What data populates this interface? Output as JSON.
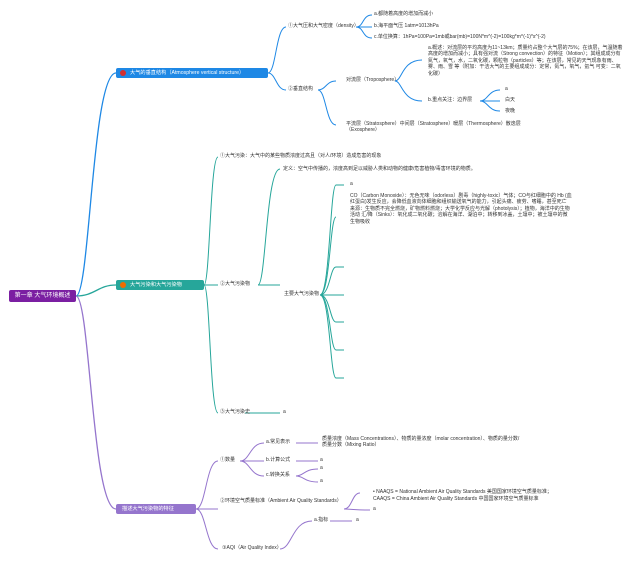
{
  "root": "第一章 大气环境概述",
  "branches": {
    "b1": {
      "label": "大气的垂直结构（Atmosphere vertical structure）",
      "color": "#1e88e5",
      "icon_color": "#d32f2f"
    },
    "b2": {
      "label": "大气污染和大气污染物",
      "color": "#26a69a",
      "icon_color": "#ef6c00"
    },
    "b3": {
      "label": "描述大气污染物的特征",
      "color": "#9575cd"
    }
  },
  "s1": {
    "pressure": "①大气压和大气密度（density）",
    "p_a": "a.都随着高度的增加而减小",
    "p_b": "b.海平面气压 1atm=1013hPa",
    "p_c": "c.单位换算：1hPa=100Pa=1mb或bar(mb)=100N*m^(-2)=100kg*m^(-1)*s^(-2)",
    "layers": "②垂直结构",
    "tropo": "对流层（Troposphere）",
    "tropo_a": "a.概述：对流层的平均高度为11~13km；质量约占整个大气层的75%；在该层，气温随着高度的增加而减小；具有强对流（Strong convection）的特征（Motion）；其组成成分有氮气，氧气，水，二氧化碳，颗粒物（particles）等；在该层，常见的天气现象有雨、雾、雨、雪 等（附加：干洁大气的主要组成成分：定常，氮气，氧气，氩气 可变：二氧化碳）",
    "tropo_b": "b.重点关注：边界层",
    "tropo_b1": "a",
    "tropo_b2": "白天",
    "tropo_b3": "夜晚",
    "others": "平流层（Stratosphere）中间层（Stratosphere）暖层（Thermosphere）散逸层（Exosphere）"
  },
  "s2": {
    "def": "①大气污染：大气中的某些物质浓度过高且（对人/环境）造成危害的现象",
    "pollutants": "②大气污染物",
    "p_def": "定义：空气中传播的，浓度高到足以威胁人类和动物的健康/危害植物/毒害环境的物质。",
    "main": "主要大气污染物",
    "main_a": "a",
    "co": "CO（Carbon Monoxide）：无色无味（odorless）剧毒（highly-toxic）气体；CO与红细胞中的 Hb (血红蛋白)发生反应，会降低血液向体细胞和组织输送氧气的能力，引起头痛、疲劳、嗜睡，甚至死亡 来源：生物质不完全燃烧，矿物燃料燃烧；大学化学反应与光解（photolysis）；植物，海洋中的生物活动 汇/降（Sinks）：氧化成二氧化碳；溶解在海洋、湖泊中；转移到冰盖，土壤中；被土壤中的微生物吸收",
    "history": "③大气污染史",
    "history_a": "a"
  },
  "s3": {
    "qty": "①数量",
    "qa": "a.常见表示",
    "qa_text": "质量浓度（Mass Concentrations）、物质的量浓度（molar concentration）、物质的量分数/质量分数（Mixing Ratio）",
    "qb": "b.计算公式",
    "qb_a": "a",
    "qc": "c.转换关系",
    "qc_a": "a",
    "qc_b": "a",
    "naaqs": "②环境空气质量标准（Ambient Air Quality Standards）",
    "naaqs_1": "• NAAQS = National Ambient Air Quality Standards 美国国家环境空气质量标准；",
    "naaqs_2": "CAAQS = China Ambient Air Quality Standards 中国国家环境空气质量标准",
    "naaqs_3": "a",
    "aqi": "③AQI（Air Quality Index）",
    "aqi_a": "a.指标",
    "aqi_a1": "a"
  }
}
